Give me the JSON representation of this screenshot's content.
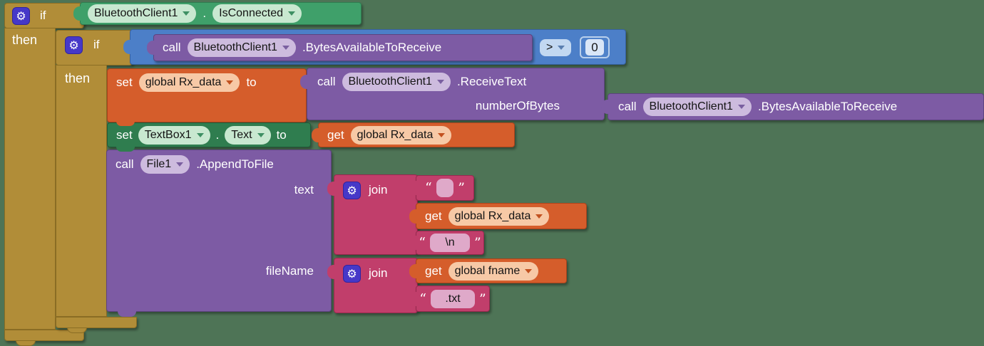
{
  "ui": {
    "outer_if": {
      "if_label": "if",
      "then_label": "then"
    },
    "is_connected": {
      "component": "BluetoothClient1",
      "dot": ".",
      "property": "IsConnected"
    },
    "inner_if": {
      "if_label": "if",
      "then_label": "then"
    },
    "condition_call": {
      "call": "call",
      "component": "BluetoothClient1",
      "method": ".BytesAvailableToReceive"
    },
    "comparison": {
      "operator": ">",
      "number": "0"
    },
    "set_rx": {
      "set": "set",
      "variable": "global Rx_data",
      "to": "to"
    },
    "receive_call": {
      "call": "call",
      "component": "BluetoothClient1",
      "method": ".ReceiveText",
      "param": "numberOfBytes"
    },
    "bytes_call": {
      "call": "call",
      "component": "BluetoothClient1",
      "method": ".BytesAvailableToReceive"
    },
    "set_textbox": {
      "set": "set",
      "component": "TextBox1",
      "dot": ".",
      "property": "Text",
      "to": "to"
    },
    "get_rx": {
      "get": "get",
      "variable": "global Rx_data"
    },
    "append_call": {
      "call": "call",
      "component": "File1",
      "method": ".AppendToFile",
      "param_text": "text",
      "param_filename": "fileName"
    },
    "join_text": {
      "label": "join"
    },
    "join_filename": {
      "label": "join"
    },
    "string_empty": {
      "open_quote": "“",
      "value": "",
      "close_quote": "”"
    },
    "string_newline": {
      "open_quote": "“",
      "value": "\\n",
      "close_quote": "”"
    },
    "string_txt": {
      "open_quote": "“",
      "value": ".txt",
      "close_quote": "”"
    },
    "get_fname": {
      "get": "get",
      "variable": "global fname"
    }
  },
  "icons": {
    "gear": "⚙"
  },
  "colors": {
    "background": "#4E7456",
    "control": "#B18D38",
    "component_getter": "#3FA06A",
    "component_setter": "#2F7D4F",
    "method_call": "#7D5BA4",
    "math": "#4C7FC8",
    "text_block": "#C13E6B",
    "variables": "#D55D2B",
    "gear_badge": "#4638C8"
  }
}
